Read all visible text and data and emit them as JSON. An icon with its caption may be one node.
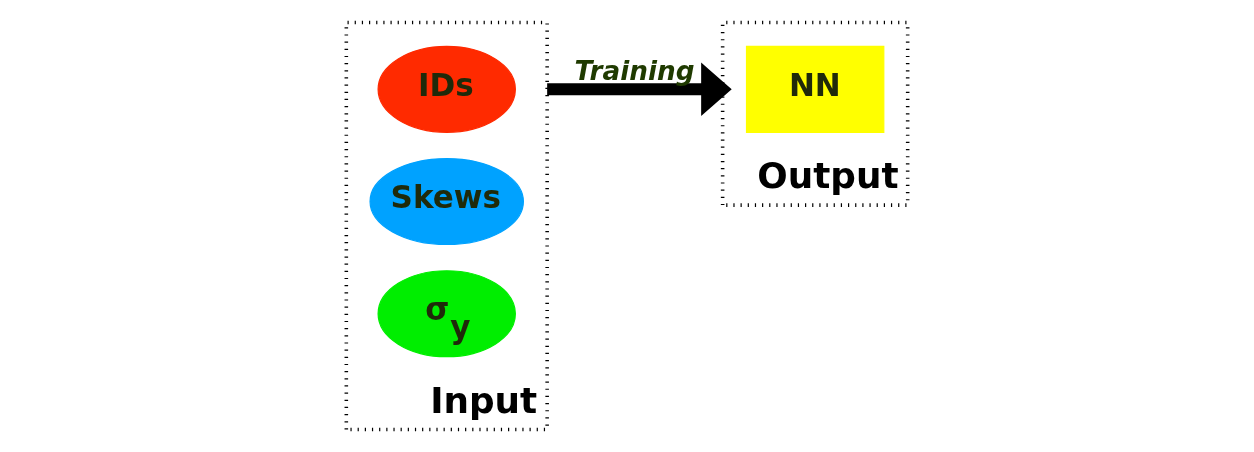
{
  "diagram": {
    "nodes": [
      {
        "text": [
          "Input"
        ]
      },
      {
        "text": [
          "IDs"
        ],
        "in": 0
      },
      {
        "text": [
          "Skews"
        ],
        "in": 0
      },
      {
        "text": [
          "σ$_{y}$"
        ],
        "in": 0
      },
      {
        "text": [
          "Output"
        ]
      },
      {
        "text": [
          "NN"
        ],
        "in": 4
      }
    ],
    "edges": [
      {
        "from": 0,
        "to": 4,
        "arrow": "to",
        "label": "Training"
      }
    ]
  }
}
